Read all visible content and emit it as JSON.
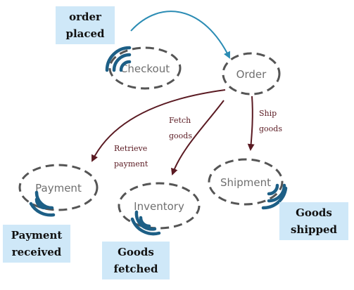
{
  "nodes": {
    "checkout": "Checkout",
    "order": "Order",
    "payment": "Payment",
    "inventory": "Inventory",
    "shipment": "Shipment"
  },
  "edges": {
    "fetch_goods": [
      "Fetch",
      "goods"
    ],
    "ship_goods": [
      "Ship",
      "goods"
    ],
    "retrieve_payment": [
      "Retrieve",
      "payment"
    ]
  },
  "events": {
    "order_placed": [
      "order",
      "placed"
    ],
    "payment_received": [
      "Payment",
      "received"
    ],
    "goods_fetched": [
      "Goods",
      "fetched"
    ],
    "goods_shipped": [
      "Goods",
      "shipped"
    ]
  },
  "icons": {
    "signal": "broadcast-signal-icon"
  },
  "colors": {
    "command_arrow": "#5a1a22",
    "event_arrow": "#2b8cb4",
    "event_box": "#cfe8f8",
    "signal": "#1d5f86",
    "node_border": "#555555",
    "node_text": "#6f6f6f"
  }
}
